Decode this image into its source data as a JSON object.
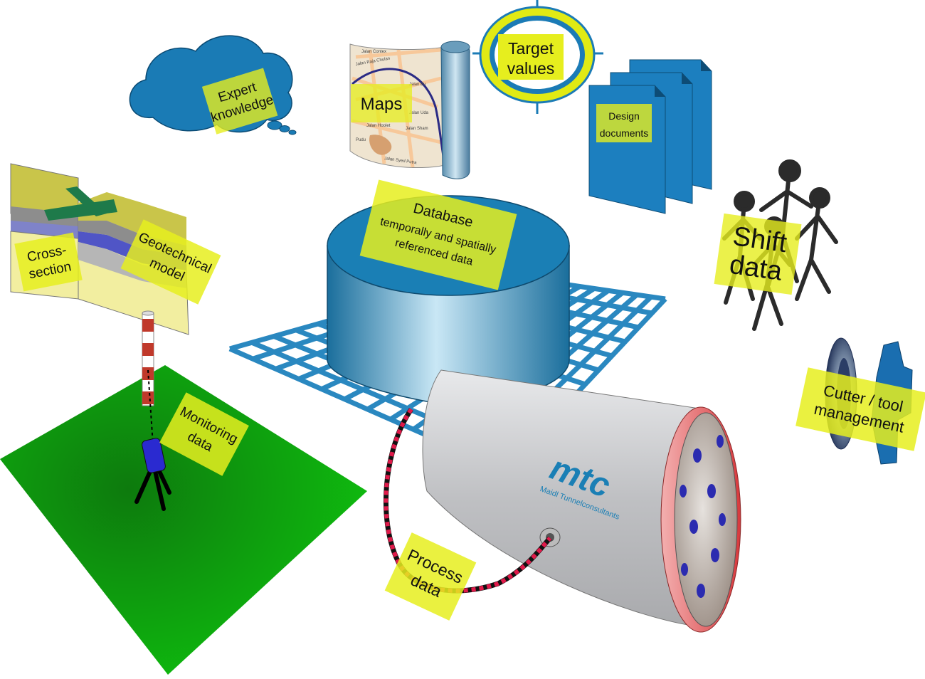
{
  "labels": {
    "expert": [
      "Expert",
      "knowledge"
    ],
    "maps": "Maps",
    "target": [
      "Target",
      "values"
    ],
    "design": [
      "Design",
      "documents"
    ],
    "cross_section": [
      "Cross-",
      "section"
    ],
    "geotechnical": [
      "Geotechnical",
      "model"
    ],
    "database": [
      "Database",
      "temporally and spatially",
      "referenced data"
    ],
    "shift": [
      "Shift",
      "data"
    ],
    "monitoring": [
      "Monitoring",
      "data"
    ],
    "cutter": [
      "Cutter / tool",
      "management"
    ],
    "process": [
      "Process",
      "data"
    ]
  },
  "logo": {
    "brand": "mtc",
    "tagline": "Maidl Tunnelconsultants"
  },
  "map_streets": [
    "Jalan Contex",
    "Jalan Raja Chulan",
    "Jalan Bu",
    "Jalan Uda",
    "Jalan Hoolet",
    "Jalan Sham",
    "Pudu",
    "Jalan Syed Putra"
  ],
  "colors": {
    "label_bg": "#e6ee1e",
    "database_blue": "#1a7fb5",
    "grid_blue": "#2a88c0",
    "ground_green": "#0fa50f",
    "document_blue": "#1c7fbf",
    "cloud_blue": "#1a7bb5",
    "tbm_grey": "#d4d5d7",
    "tbm_ring": "#e0474a",
    "cable_red": "#e01a4a"
  }
}
